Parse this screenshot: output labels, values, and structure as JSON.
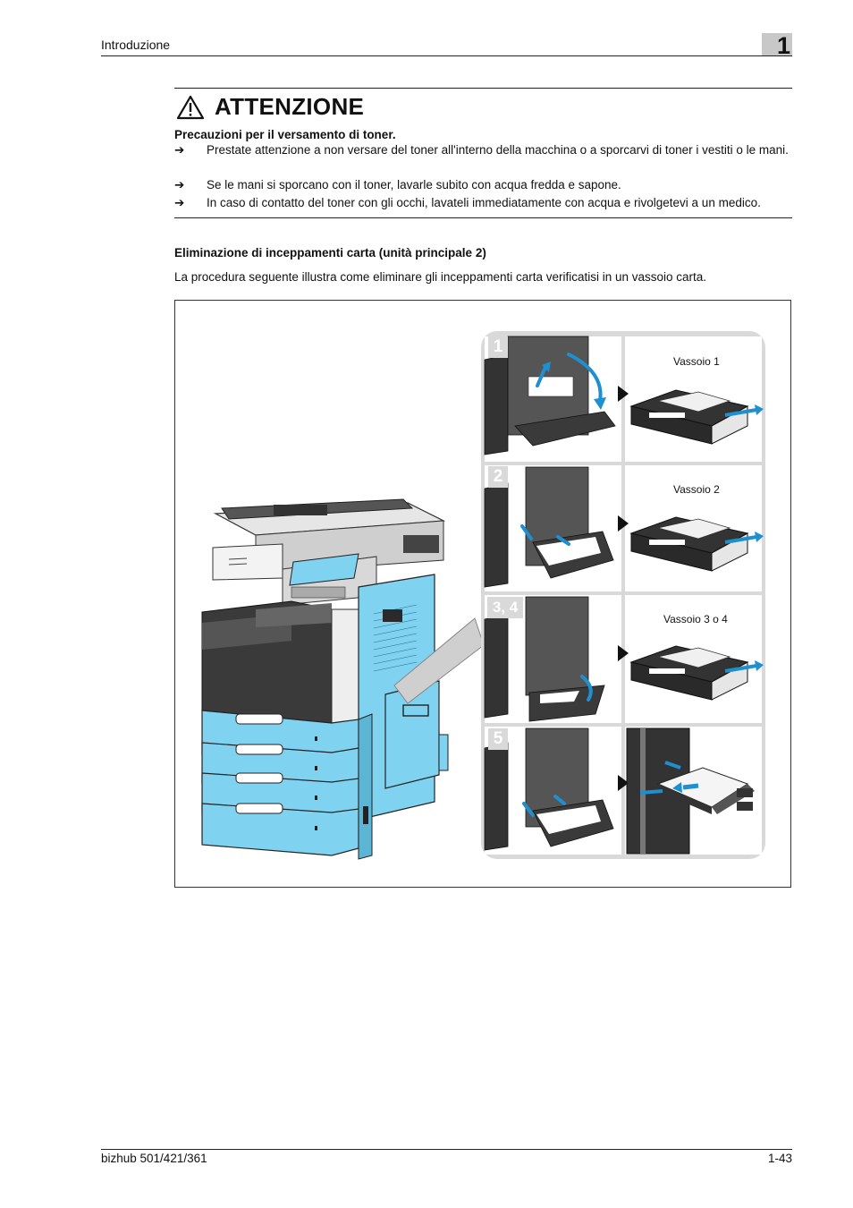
{
  "header": {
    "section": "Introduzione",
    "chapter_number": "1"
  },
  "warning": {
    "title": "ATTENZIONE",
    "subtitle": "Precauzioni per il versamento di toner.",
    "bullet_symbol": "➔",
    "items": [
      "Prestate attenzione a non versare del toner all'interno della macchina o a sporcarvi di toner i vestiti o le mani.",
      "Se le mani si sporcano con il toner, lavarle subito con acqua fredda e sapone.",
      "In caso di contatto del toner con gli occhi, lavateli immediatamente con acqua e rivolgetevi a un medico."
    ]
  },
  "section": {
    "title": "Eliminazione di inceppamenti carta (unità principale 2)",
    "intro": "La procedura seguente illustra come eliminare gli inceppamenti carta verificatisi in un vassoio carta."
  },
  "figure": {
    "steps": [
      {
        "label": "1",
        "tray": "Vassoio 1"
      },
      {
        "label": "2",
        "tray": "Vassoio 2"
      },
      {
        "label": "3, 4",
        "tray": "Vassoio 3 o 4"
      },
      {
        "label": "5",
        "tray": ""
      }
    ],
    "colors": {
      "highlight": "#7fd3f0",
      "panel_bg": "#d9d9d9",
      "arrow": "#1f8fd0",
      "machine_dark": "#3a3a3a"
    }
  },
  "footer": {
    "model": "bizhub 501/421/361",
    "page": "1-43"
  }
}
